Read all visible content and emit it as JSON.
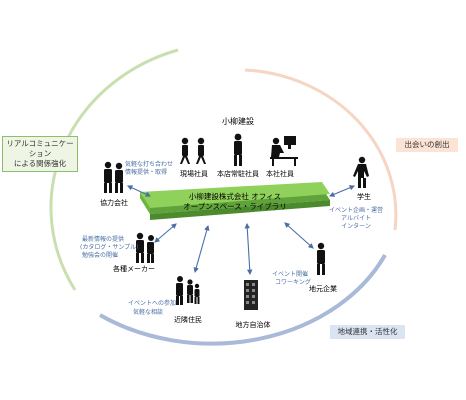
{
  "company": {
    "name": "小柳建設"
  },
  "platform": {
    "line1": "小柳建設株式会社 オフィス",
    "line2": "オープンスペース・ライブラリ"
  },
  "staff": {
    "site": "現場社員",
    "branch": "本店常駐社員",
    "head": "本社社員"
  },
  "tags": {
    "left": [
      "リアルコミュニケーション",
      "による関係強化"
    ],
    "right": "出会いの創出",
    "bottom": "地域連携・活性化"
  },
  "nodes": {
    "partner": "協力会社",
    "student": "学生",
    "maker": "各種メーカー",
    "local_biz": "地元企業",
    "residents": "近隣住民",
    "government": "地方自治体"
  },
  "relations": {
    "partner": [
      "気軽な打ち合わせ",
      "情報提供・取得"
    ],
    "student": [
      "イベント企画・運営",
      "アルバイト",
      "インターン"
    ],
    "maker": [
      "最新情報の提供",
      "(カタログ・サンプル)",
      "勉強会の開催"
    ],
    "local_biz": [
      "イベント開催",
      "コワーキング"
    ],
    "residents": [
      "イベントへの参加",
      "気軽な相談"
    ]
  },
  "colors": {
    "green_arc": "#c9dfb0",
    "peach_arc": "#f6d5c3",
    "blue_arc": "#a9b9d8",
    "platform_top": "#8fd15a",
    "platform_side": "#5fa33a",
    "arrow": "#4a6fa5",
    "tag_green_bg": "#eef5e4",
    "tag_green_border": "#8cbf6a",
    "tag_peach_bg": "#fbe3d6",
    "tag_blue_bg": "#dbe4f3",
    "blue_text": "#4a6fa5"
  },
  "icons": [
    "person-icon",
    "worker-icon",
    "desk-worker-icon",
    "building-icon"
  ]
}
